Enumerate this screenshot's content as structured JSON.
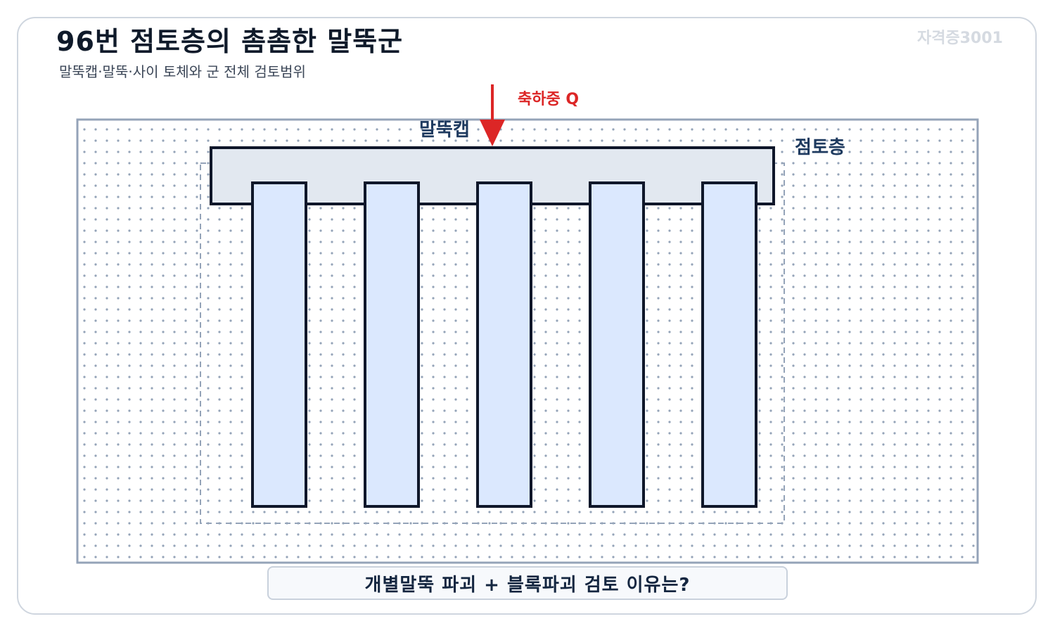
{
  "header": {
    "title": "96번 점토층의 촘촘한 말뚝군",
    "subtitle": "말뚝캡·말뚝·사이 토체와 군 전체 검토범위",
    "tag": "자격증3001"
  },
  "diagram": {
    "load_label": "축하중 Q",
    "cap_label": "말뚝캡",
    "soil_label": "점토층",
    "pile_count": 5,
    "colors": {
      "load_arrow": "#dc2626",
      "cap_fill": "#e2e8f0",
      "pile_fill": "#dbe8fe",
      "outline": "#0f172a",
      "soil_border": "#94a3b8",
      "soil_dots": "#94a3b8",
      "block_boundary": "#94a3b8",
      "soil_label": "#1e3a5f"
    }
  },
  "question": {
    "text": "개별말뚝 파괴 + 블록파괴 검토 이유는?"
  }
}
